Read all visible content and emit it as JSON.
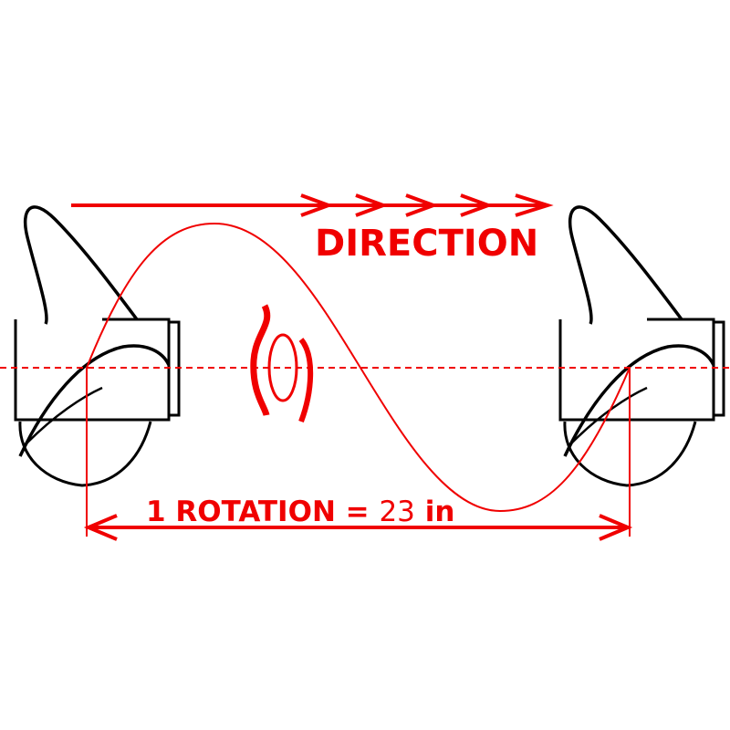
{
  "direction_label": "DIRECTION",
  "rotation_label_main": "1 ROTATION =",
  "rotation_value": "23",
  "rotation_unit": "in",
  "colors": {
    "accent": "#f00000",
    "outline": "#000000"
  }
}
